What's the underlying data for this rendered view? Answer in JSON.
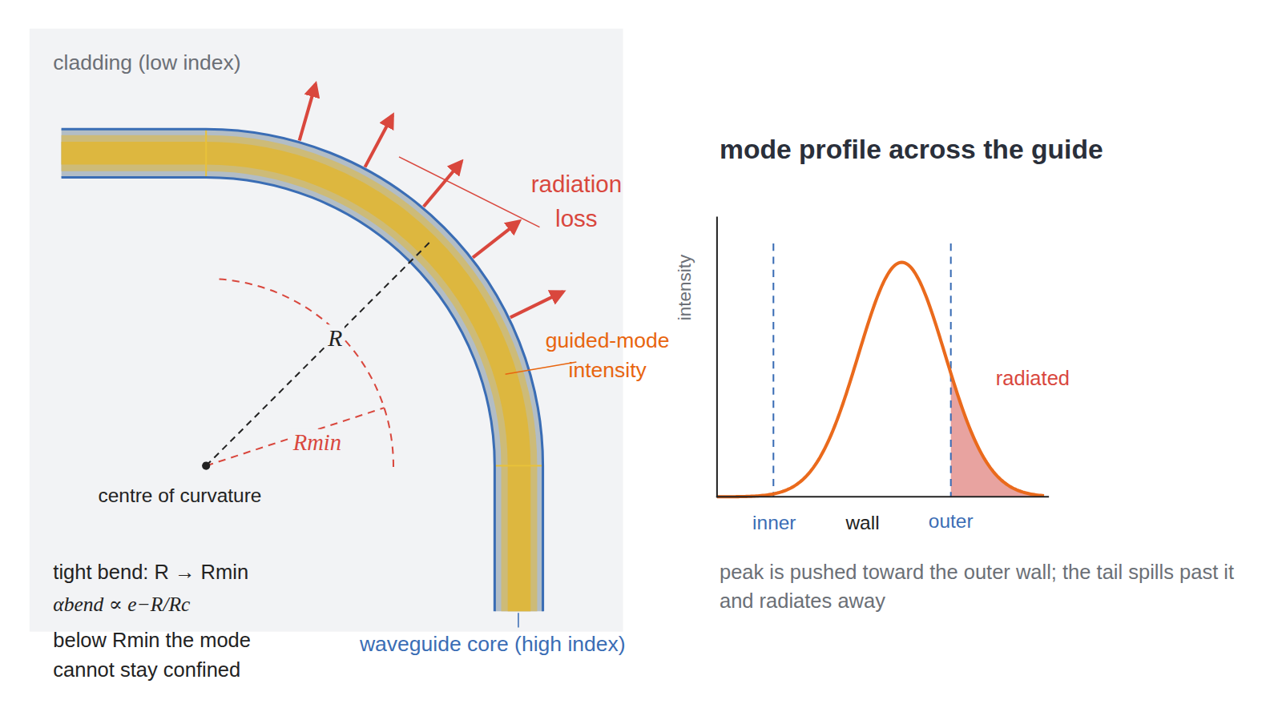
{
  "diagram": {
    "title": "mode profile across the guide",
    "caption": "peak is pushed toward the outer wall; the tail spills past it and radiates away",
    "labels": [
      "cladding (low index)",
      "radiation loss",
      "R",
      "Rmin",
      "guided-mode intensity",
      "centre of curvature",
      "waveguide core (high index)",
      "tight bend: R → Rmin",
      "αbend ∝ e−R/Rc",
      "below Rmin the mode cannot stay confined",
      "intensity",
      "radiated",
      "inner",
      "wall",
      "outer"
    ]
  }
}
